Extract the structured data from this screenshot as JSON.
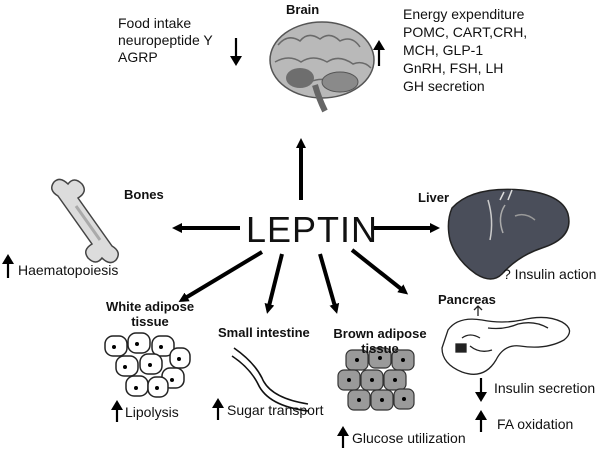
{
  "center": {
    "label": "LEPTIN"
  },
  "brain": {
    "title": "Brain",
    "decrease_lines": [
      "Food intake",
      "neuropeptide Y",
      "AGRP"
    ],
    "increase_lines": [
      "Energy expenditure",
      "POMC, CART,CRH,",
      "MCH, GLP-1",
      "GnRH, FSH, LH",
      "GH secretion"
    ]
  },
  "bones": {
    "title": "Bones",
    "effect": "Haematopoiesis"
  },
  "liver": {
    "title": "Liver",
    "effect": "? Insulin action"
  },
  "white_adipose": {
    "title_lines": [
      "White adipose",
      "tissue"
    ],
    "effect": "Lipolysis"
  },
  "small_intestine": {
    "title": "Small intestine",
    "effect": "Sugar transport"
  },
  "brown_adipose": {
    "title_lines": [
      "Brown adipose",
      "tissue"
    ],
    "effect": "Glucose utilization"
  },
  "pancreas": {
    "title": "Pancreas",
    "effect_down": "Insulin secretion",
    "effect_up": "FA oxidation"
  },
  "icons": {
    "up": "up-arrow-icon",
    "down": "down-arrow-icon",
    "organs": [
      "brain-icon",
      "bone-icon",
      "liver-icon",
      "fat-cells-icon",
      "intestine-icon",
      "brown-fat-cells-icon",
      "pancreas-icon"
    ]
  },
  "colors": {
    "arrow": "#000000",
    "white_fat": "#ffffff",
    "brown_fat": "#9a9a9a",
    "liver": "#4a4e5a"
  }
}
